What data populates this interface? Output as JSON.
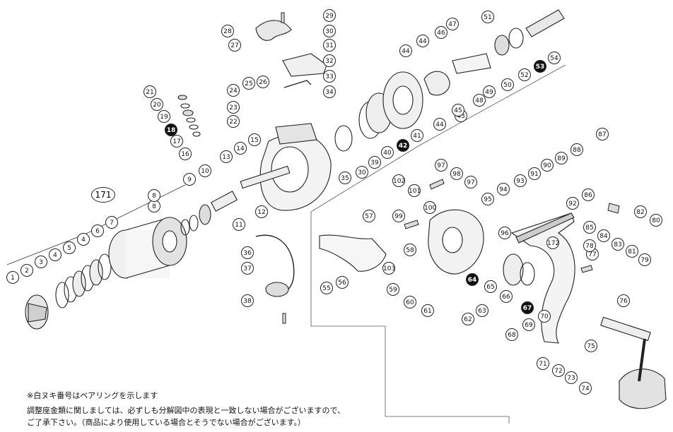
{
  "diagram": {
    "assembly_label": "171",
    "parts": [
      {
        "n": "1"
      },
      {
        "n": "2"
      },
      {
        "n": "3"
      },
      {
        "n": "4"
      },
      {
        "n": "5"
      },
      {
        "n": "4"
      },
      {
        "n": "6"
      },
      {
        "n": "7"
      },
      {
        "n": "8"
      },
      {
        "n": "8"
      },
      {
        "n": "9"
      },
      {
        "n": "10"
      },
      {
        "n": "11"
      },
      {
        "n": "12"
      },
      {
        "n": "13"
      },
      {
        "n": "14"
      },
      {
        "n": "15"
      },
      {
        "n": "16"
      },
      {
        "n": "17"
      },
      {
        "n": "18",
        "bearing": true
      },
      {
        "n": "19"
      },
      {
        "n": "20"
      },
      {
        "n": "21"
      },
      {
        "n": "22"
      },
      {
        "n": "23"
      },
      {
        "n": "24"
      },
      {
        "n": "25"
      },
      {
        "n": "26"
      },
      {
        "n": "27"
      },
      {
        "n": "28"
      },
      {
        "n": "29"
      },
      {
        "n": "30"
      },
      {
        "n": "31"
      },
      {
        "n": "32"
      },
      {
        "n": "33"
      },
      {
        "n": "34"
      },
      {
        "n": "35"
      },
      {
        "n": "36"
      },
      {
        "n": "37"
      },
      {
        "n": "38"
      },
      {
        "n": "30"
      },
      {
        "n": "39"
      },
      {
        "n": "40"
      },
      {
        "n": "41"
      },
      {
        "n": "42",
        "bearing": true
      },
      {
        "n": "43"
      },
      {
        "n": "44"
      },
      {
        "n": "44"
      },
      {
        "n": "44"
      },
      {
        "n": "45"
      },
      {
        "n": "46"
      },
      {
        "n": "47"
      },
      {
        "n": "48"
      },
      {
        "n": "49"
      },
      {
        "n": "50"
      },
      {
        "n": "51"
      },
      {
        "n": "52"
      },
      {
        "n": "53",
        "bearing": true
      },
      {
        "n": "54"
      },
      {
        "n": "55"
      },
      {
        "n": "56"
      },
      {
        "n": "57"
      },
      {
        "n": "58"
      },
      {
        "n": "59"
      },
      {
        "n": "60"
      },
      {
        "n": "61"
      },
      {
        "n": "62"
      },
      {
        "n": "63"
      },
      {
        "n": "64",
        "bearing": true
      },
      {
        "n": "65"
      },
      {
        "n": "66"
      },
      {
        "n": "67",
        "bearing": true
      },
      {
        "n": "68"
      },
      {
        "n": "69"
      },
      {
        "n": "70"
      },
      {
        "n": "71"
      },
      {
        "n": "72"
      },
      {
        "n": "73"
      },
      {
        "n": "74"
      },
      {
        "n": "75"
      },
      {
        "n": "76"
      },
      {
        "n": "77"
      },
      {
        "n": "78"
      },
      {
        "n": "79"
      },
      {
        "n": "80"
      },
      {
        "n": "81"
      },
      {
        "n": "82"
      },
      {
        "n": "83"
      },
      {
        "n": "84"
      },
      {
        "n": "85"
      },
      {
        "n": "86"
      },
      {
        "n": "87"
      },
      {
        "n": "88"
      },
      {
        "n": "89"
      },
      {
        "n": "90"
      },
      {
        "n": "91"
      },
      {
        "n": "92"
      },
      {
        "n": "93"
      },
      {
        "n": "94"
      },
      {
        "n": "95"
      },
      {
        "n": "96"
      },
      {
        "n": "97"
      },
      {
        "n": "97"
      },
      {
        "n": "98"
      },
      {
        "n": "99"
      },
      {
        "n": "100"
      },
      {
        "n": "101"
      },
      {
        "n": "102"
      },
      {
        "n": "103"
      },
      {
        "n": "172"
      }
    ]
  },
  "notes": {
    "line1": "※白ヌキ番号はベアリングを示します",
    "line2": "調整座金類に関しましては、必ずしも分解図中の表現と一致しない場合がございますので、",
    "line3": "ご了承下さい。（商品により使用している場合とそうでない場合がございます。）"
  }
}
